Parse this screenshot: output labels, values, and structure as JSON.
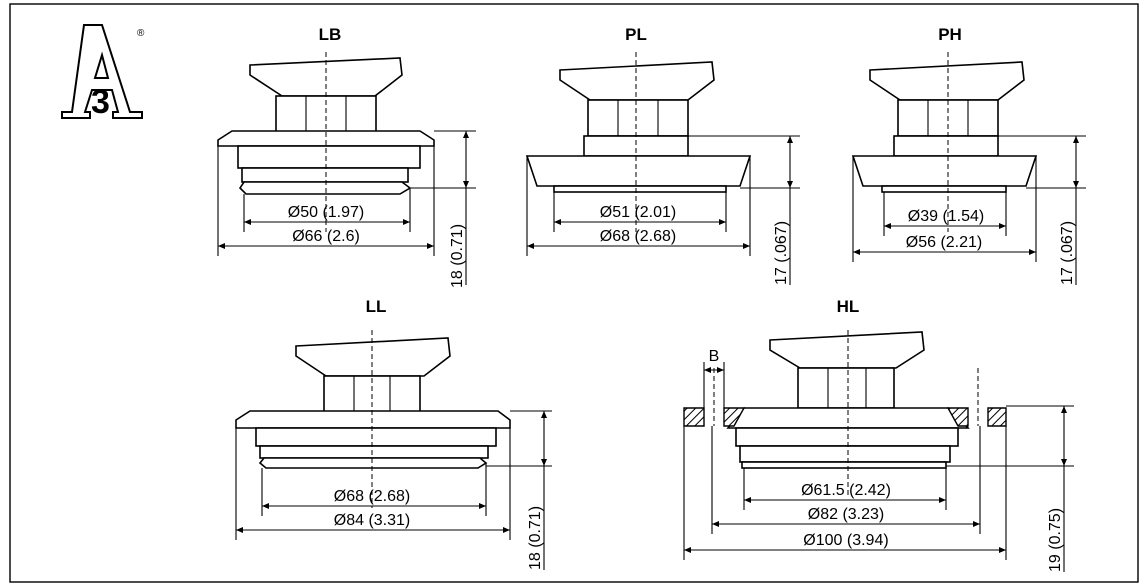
{
  "logo": {
    "mark": "A",
    "number": "3",
    "registered": "®"
  },
  "diagrams": {
    "lb": {
      "title": "LB",
      "inner_dia": "Ø50 (1.97)",
      "outer_dia": "Ø66 (2.6)",
      "height": "18 (0.71)"
    },
    "pl": {
      "title": "PL",
      "inner_dia": "Ø51 (2.01)",
      "outer_dia": "Ø68 (2.68)",
      "height": "17 (.067)"
    },
    "ph": {
      "title": "PH",
      "inner_dia": "Ø39 (1.54)",
      "outer_dia": "Ø56 (2.21)",
      "height": "17 (.067)"
    },
    "ll": {
      "title": "LL",
      "inner_dia": "Ø68 (2.68)",
      "outer_dia": "Ø84 (3.31)",
      "height": "18 (0.71)"
    },
    "hl": {
      "title": "HL",
      "b_label": "B",
      "inner_dia": "Ø61.5 (2.42)",
      "mid_dia": "Ø82 (3.23)",
      "outer_dia": "Ø100 (3.94)",
      "height": "19 (0.75)"
    }
  }
}
